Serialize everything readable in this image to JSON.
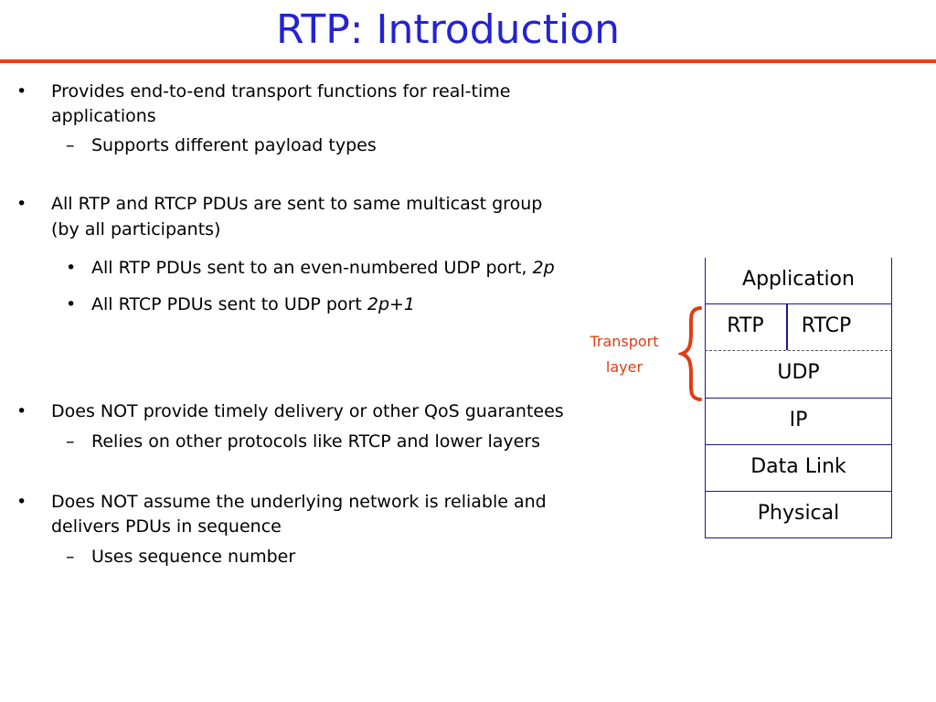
{
  "slide": {
    "title": "RTP: Introduction",
    "accent_color": "#f03c14",
    "title_color": "#2323d2"
  },
  "bullets": {
    "b1_line1": "Provides end-to-end transport functions for real-time",
    "b1_line2": "applications",
    "b1_sub1": "Supports different payload types",
    "b2_line1": "All RTP and RTCP PDUs are sent to same multicast group",
    "b2_line2": "(by all participants)",
    "b2_sub1_text": "All RTP PDUs sent to an even-numbered UDP port, ",
    "b2_sub1_em": "2p",
    "b2_sub2_text": "All RTCP PDUs sent to UDP port ",
    "b2_sub2_em": "2p+1",
    "b3_line1": "Does NOT provide timely delivery or other QoS guarantees",
    "b3_sub1": "Relies on other protocols like RTCP and lower layers",
    "b4_line1": "Does NOT assume the underlying network is reliable and",
    "b4_line2": "delivers PDUs in sequence",
    "b4_sub1": "Uses sequence number",
    "bullet_symbol": "•",
    "dash_symbol": "–"
  },
  "protocol_stack": {
    "application": "Application",
    "rtp": "RTP",
    "rtcp": "RTCP",
    "udp": "UDP",
    "ip": "IP",
    "data_link": "Data Link",
    "physical": "Physical",
    "line_color": "#1a1a8c"
  },
  "transport_annotation": {
    "line1": "Transport",
    "line2": "layer",
    "color": "#e03c14",
    "brace_icon": "left-curly-brace-icon"
  }
}
